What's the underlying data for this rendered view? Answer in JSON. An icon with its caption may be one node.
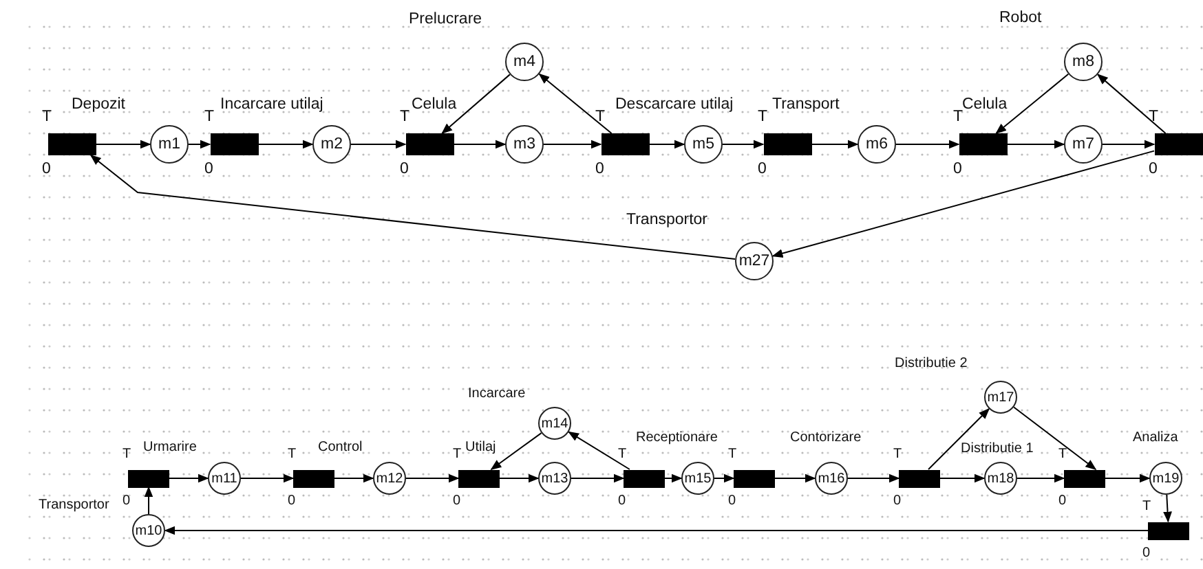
{
  "diagram": {
    "nodes": [
      {
        "text": [],
        "shape": "bar",
        "beside": [
          "T",
          "0"
        ]
      },
      {
        "text": [
          "m1"
        ]
      },
      {
        "text": [],
        "shape": "bar",
        "beside": [
          "T",
          "0"
        ]
      },
      {
        "text": [
          "m2"
        ]
      },
      {
        "text": [],
        "shape": "bar",
        "beside": [
          "T",
          "0"
        ]
      },
      {
        "text": [
          "m4"
        ]
      },
      {
        "text": [
          "m3"
        ]
      },
      {
        "text": [],
        "shape": "bar",
        "beside": [
          "T",
          "0"
        ]
      },
      {
        "text": [
          "m5"
        ]
      },
      {
        "text": [],
        "shape": "bar",
        "beside": [
          "T",
          "0"
        ]
      },
      {
        "text": [
          "m6"
        ]
      },
      {
        "text": [],
        "shape": "bar",
        "beside": [
          "T",
          "0"
        ]
      },
      {
        "text": [
          "m8"
        ]
      },
      {
        "text": [
          "m7"
        ]
      },
      {
        "text": [],
        "shape": "bar",
        "beside": [
          "T",
          "0"
        ]
      },
      {
        "text": [
          "m27"
        ]
      },
      {
        "text": [],
        "shape": "bar",
        "beside": [
          "T",
          "0"
        ]
      },
      {
        "text": [
          "m10"
        ]
      },
      {
        "text": [
          "m11"
        ]
      },
      {
        "text": [],
        "shape": "bar",
        "beside": [
          "T",
          "0"
        ]
      },
      {
        "text": [
          "m12"
        ]
      },
      {
        "text": [],
        "shape": "bar",
        "beside": [
          "T",
          "0"
        ]
      },
      {
        "text": [
          "m14"
        ]
      },
      {
        "text": [
          "m13"
        ]
      },
      {
        "text": [],
        "shape": "bar",
        "beside": [
          "T",
          "0"
        ]
      },
      {
        "text": [
          "m15"
        ]
      },
      {
        "text": [],
        "shape": "bar",
        "beside": [
          "T",
          "0"
        ]
      },
      {
        "text": [
          "m16"
        ]
      },
      {
        "text": [],
        "shape": "bar",
        "beside": [
          "T",
          "0"
        ]
      },
      {
        "text": [
          "m17"
        ]
      },
      {
        "text": [
          "m18"
        ]
      },
      {
        "text": [],
        "shape": "bar",
        "beside": [
          "T",
          "0"
        ]
      },
      {
        "text": [
          "m19"
        ]
      },
      {
        "text": [],
        "shape": "bar",
        "beside": [
          "T",
          "0"
        ]
      }
    ],
    "edges": [
      {
        "from": 0,
        "to": 1,
        "arrow": "to"
      },
      {
        "from": 1,
        "to": 2,
        "arrow": "to"
      },
      {
        "from": 2,
        "to": 3,
        "arrow": "to"
      },
      {
        "from": 3,
        "to": 4,
        "arrow": "to"
      },
      {
        "from": 4,
        "to": 6,
        "arrow": "to"
      },
      {
        "from": 5,
        "to": 4,
        "arrow": "to"
      },
      {
        "from": 6,
        "to": 7,
        "arrow": "to"
      },
      {
        "from": 7,
        "to": 5,
        "arrow": "to"
      },
      {
        "from": 7,
        "to": 8,
        "arrow": "to"
      },
      {
        "from": 8,
        "to": 9,
        "arrow": "to"
      },
      {
        "from": 9,
        "to": 10,
        "arrow": "to"
      },
      {
        "from": 10,
        "to": 11,
        "arrow": "to"
      },
      {
        "from": 12,
        "to": 11,
        "arrow": "to"
      },
      {
        "from": 11,
        "to": 13,
        "arrow": "to"
      },
      {
        "from": 13,
        "to": 14,
        "arrow": "to"
      },
      {
        "from": 14,
        "to": 12,
        "arrow": "to"
      },
      {
        "from": 14,
        "to": 15,
        "arrow": "to"
      },
      {
        "from": 15,
        "to": 0,
        "arrow": "to"
      },
      {
        "from": 17,
        "to": 16,
        "arrow": "to"
      },
      {
        "from": 16,
        "to": 18,
        "arrow": "to"
      },
      {
        "from": 18,
        "to": 19,
        "arrow": "to"
      },
      {
        "from": 19,
        "to": 20,
        "arrow": "to"
      },
      {
        "from": 20,
        "to": 21,
        "arrow": "to"
      },
      {
        "from": 22,
        "to": 21,
        "arrow": "to"
      },
      {
        "from": 21,
        "to": 23,
        "arrow": "to"
      },
      {
        "from": 23,
        "to": 24,
        "arrow": "to"
      },
      {
        "from": 24,
        "to": 22,
        "arrow": "to"
      },
      {
        "from": 24,
        "to": 25,
        "arrow": "to"
      },
      {
        "from": 25,
        "to": 26,
        "arrow": "to"
      },
      {
        "from": 26,
        "to": 27,
        "arrow": "to"
      },
      {
        "from": 27,
        "to": 28,
        "arrow": "to"
      },
      {
        "from": 28,
        "to": 29,
        "arrow": "to"
      },
      {
        "from": 28,
        "to": 30,
        "arrow": "to"
      },
      {
        "from": 29,
        "to": 31,
        "arrow": "to"
      },
      {
        "from": 30,
        "to": 31,
        "arrow": "to"
      },
      {
        "from": 31,
        "to": 32,
        "arrow": "to"
      },
      {
        "from": 32,
        "to": 33,
        "arrow": "to"
      },
      {
        "from": 33,
        "to": 17,
        "arrow": "to"
      }
    ],
    "labels": [
      "Prelucrare",
      "Robot",
      "Depozit",
      "Incarcare utilaj",
      "Celula",
      "Descarcare utilaj",
      "Transport",
      "Celula",
      "Transportor",
      "Distributie 2",
      "Incarcare",
      "Urmarire",
      "Control",
      "Utilaj",
      "Receptionare",
      "Contorizare",
      "Distributie 1",
      "Analiza",
      "Transportor"
    ]
  }
}
